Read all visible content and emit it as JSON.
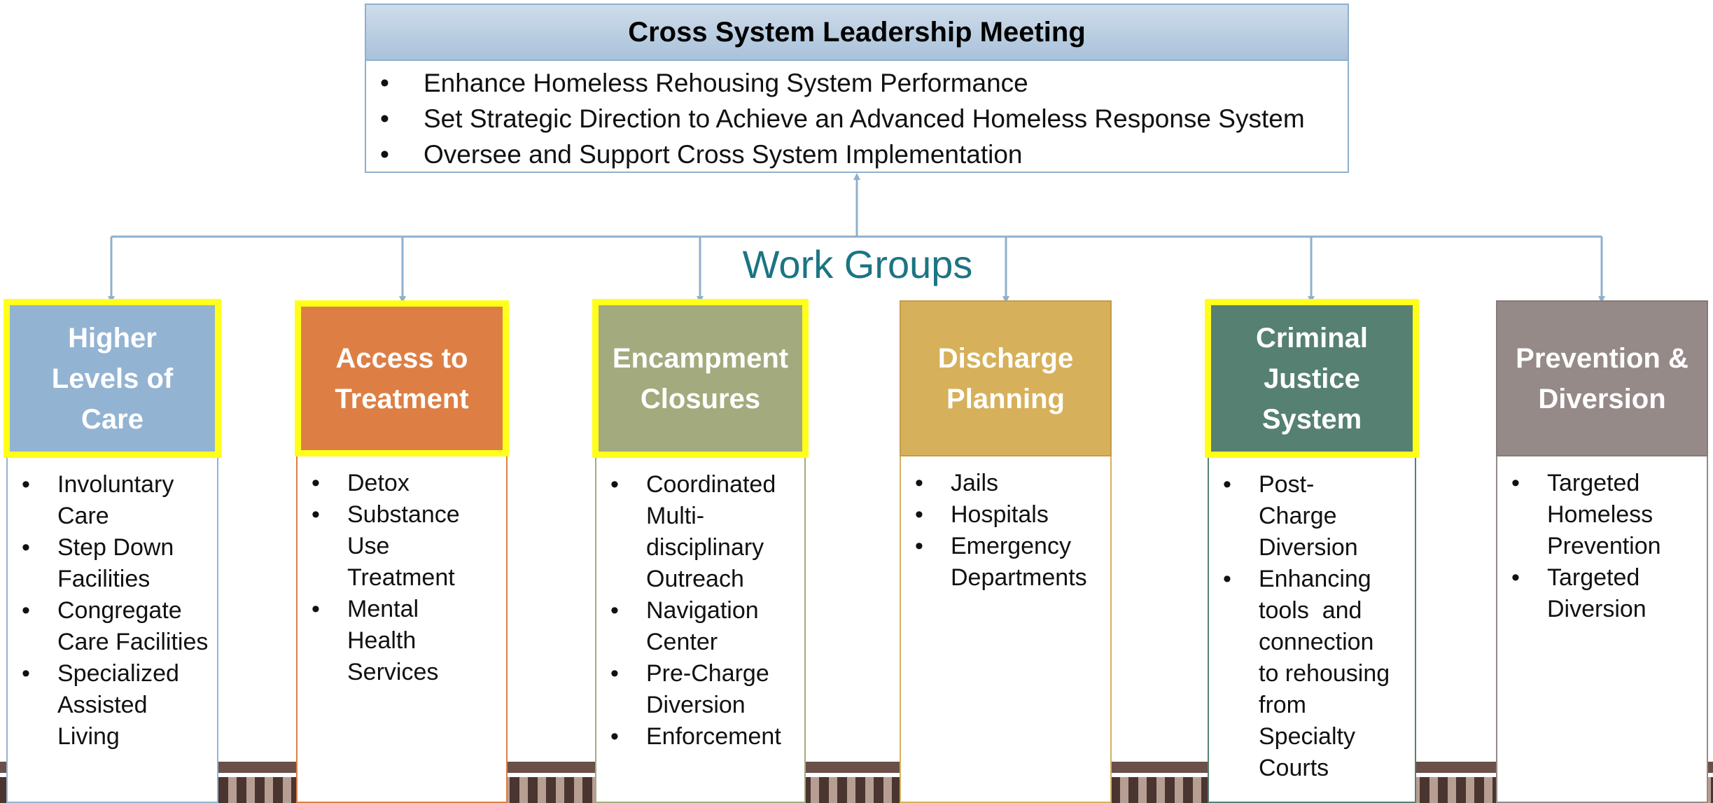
{
  "leadership": {
    "title": "Cross System Leadership Meeting",
    "items": [
      "Enhance Homeless Rehousing System Performance",
      "Set Strategic Direction to Achieve an Advanced Homeless Response System",
      "Oversee and Support Cross System Implementation"
    ]
  },
  "work_groups_label": "Work Groups",
  "bullet": "•",
  "groups": [
    {
      "title": "Higher Levels of Care",
      "color": "#93b3d2",
      "highlighted": true,
      "items": [
        "Involuntary Care",
        "Step Down Facilities",
        "Congregate Care Facilities",
        "Specialized Assisted Living"
      ]
    },
    {
      "title": "Access to Treatment",
      "color": "#dd7f45",
      "highlighted": true,
      "items": [
        "Detox",
        "Substance Use Treatment",
        "Mental Health Services"
      ]
    },
    {
      "title": "Encampment Closures",
      "color": "#a3ab7e",
      "highlighted": true,
      "items": [
        "Coordinated Multi-disciplinary Outreach",
        "Navigation Center",
        "Pre-Charge Diversion",
        "Enforcement"
      ]
    },
    {
      "title": "Discharge Planning",
      "color": "#d6b05a",
      "highlighted": false,
      "items": [
        "Jails",
        "Hospitals",
        "Emergency Departments"
      ]
    },
    {
      "title": "Criminal Justice System",
      "color": "#558072",
      "highlighted": true,
      "items": [
        "Post-Charge Diversion",
        "Enhancing tools  and connection to rehousing from Specialty Courts"
      ]
    },
    {
      "title": "Prevention & Diversion",
      "color": "#958a87",
      "highlighted": false,
      "items": [
        "Targeted Homeless Prevention",
        "Targeted Diversion"
      ]
    }
  ]
}
